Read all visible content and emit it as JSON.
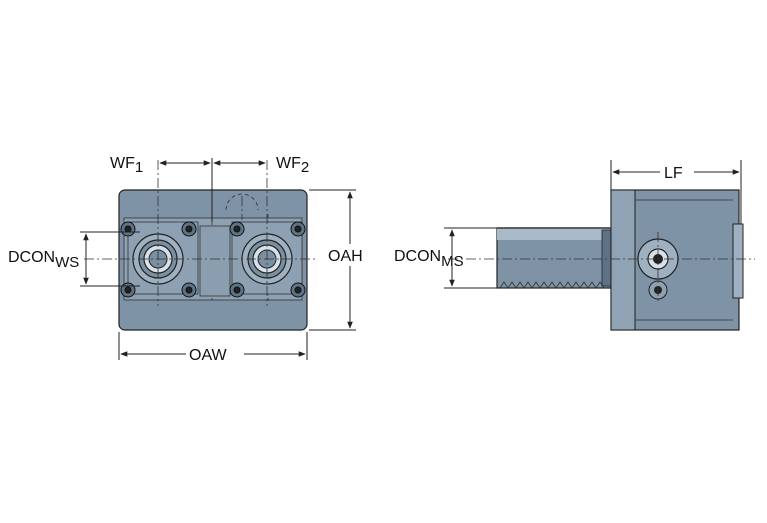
{
  "front_view": {
    "labels": {
      "wf1": "WF",
      "wf1_sub": "1",
      "wf2": "WF",
      "wf2_sub": "2",
      "dconws": "DCON",
      "dconws_sub": "WS",
      "oah": "OAH",
      "oaw": "OAW"
    }
  },
  "side_view": {
    "labels": {
      "lf": "LF",
      "dconms": "DCON",
      "dconms_sub": "MS"
    }
  },
  "colors": {
    "body_fill": "#7e93a5",
    "body_dark": "#5e7385",
    "body_light": "#a9bac8",
    "outline": "#222222"
  }
}
